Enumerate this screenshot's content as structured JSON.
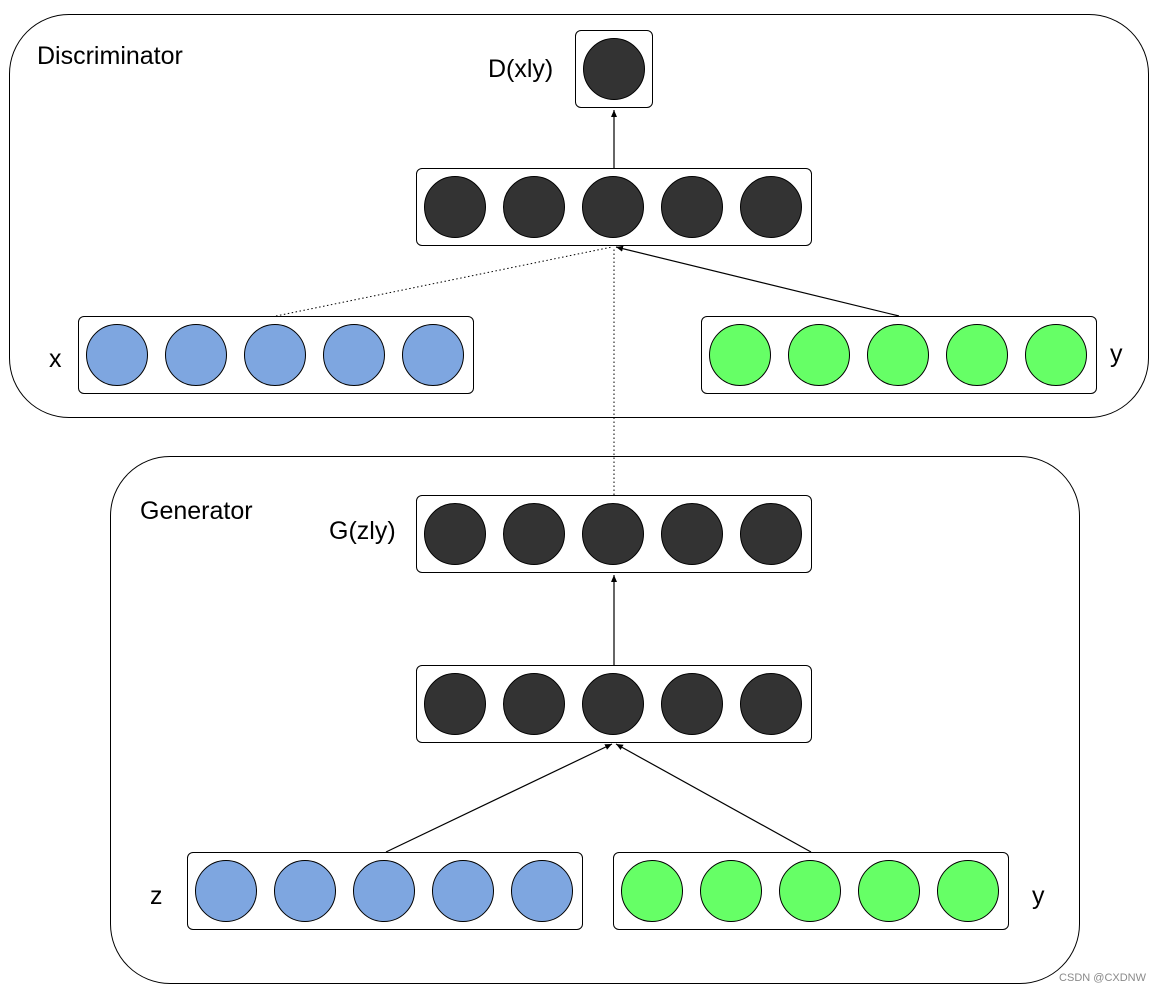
{
  "discriminator": {
    "title": "Discriminator",
    "output_label": "D(xly)",
    "input_x_label": "x",
    "input_y_label": "y"
  },
  "generator": {
    "title": "Generator",
    "output_label": "G(zly)",
    "input_z_label": "z",
    "input_y_label": "y"
  },
  "colors": {
    "dark_node": "#333333",
    "blue_node": "#7ea6e0",
    "green_node": "#66ff66"
  },
  "watermark": "CSDN @CXDNW"
}
